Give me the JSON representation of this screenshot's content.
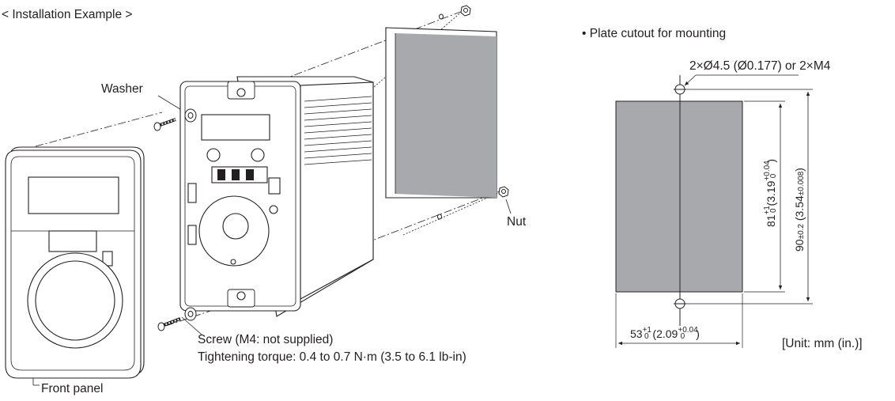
{
  "installation": {
    "title": "< Installation Example >",
    "labels": {
      "washer": "Washer",
      "nut": "Nut",
      "screw": "Screw (M4: not supplied)",
      "torque": "Tightening torque: 0.4 to 0.7 N·m (3.5 to 6.1 lb-in)",
      "front_panel": "Front panel"
    }
  },
  "cutout": {
    "title": "Plate cutout for mounting",
    "bullet": "•",
    "holes": "2×Ø4.5 (Ø0.177) or 2×M4",
    "height_inner": {
      "base": "81",
      "tol_upper": "+1",
      "tol_lower": "0",
      "inch_base": "(3.19",
      "inch_upper": "+0.04",
      "inch_lower": "0",
      "inch_close": ")"
    },
    "height_outer": {
      "base": "90",
      "tol": "±0.2",
      "inch_open": " (3.54",
      "inch_tol": "±0.008",
      "inch_close": ")"
    },
    "width": {
      "base": "53",
      "tol_upper": "+1",
      "tol_lower": "0",
      "inch_base": " (2.09",
      "inch_upper": "+0.04",
      "inch_lower": "0",
      "inch_close": ")"
    },
    "unit": "[Unit: mm (in.)]"
  },
  "colors": {
    "plate_fill": "#a7a9ac",
    "line": "#231f20",
    "body": "#ffffff"
  }
}
